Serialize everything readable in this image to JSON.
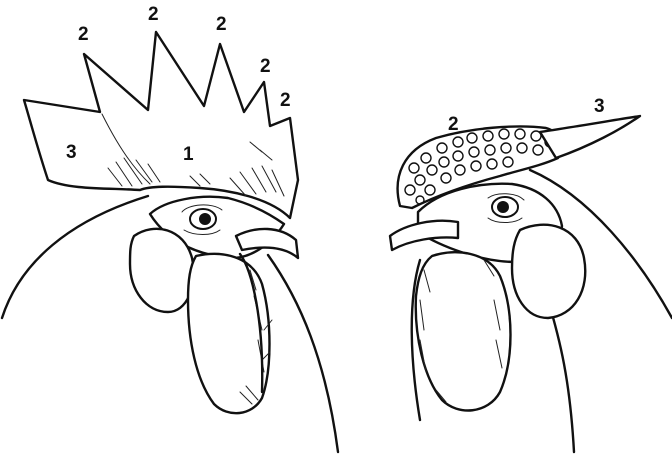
{
  "figure": {
    "left_head": {
      "labels": {
        "comb_body": "1",
        "point_1": "2",
        "point_2": "2",
        "point_3": "2",
        "point_4": "2",
        "point_5": "2",
        "blade": "3"
      }
    },
    "right_head": {
      "labels": {
        "comb": "2",
        "spike": "3"
      }
    }
  }
}
